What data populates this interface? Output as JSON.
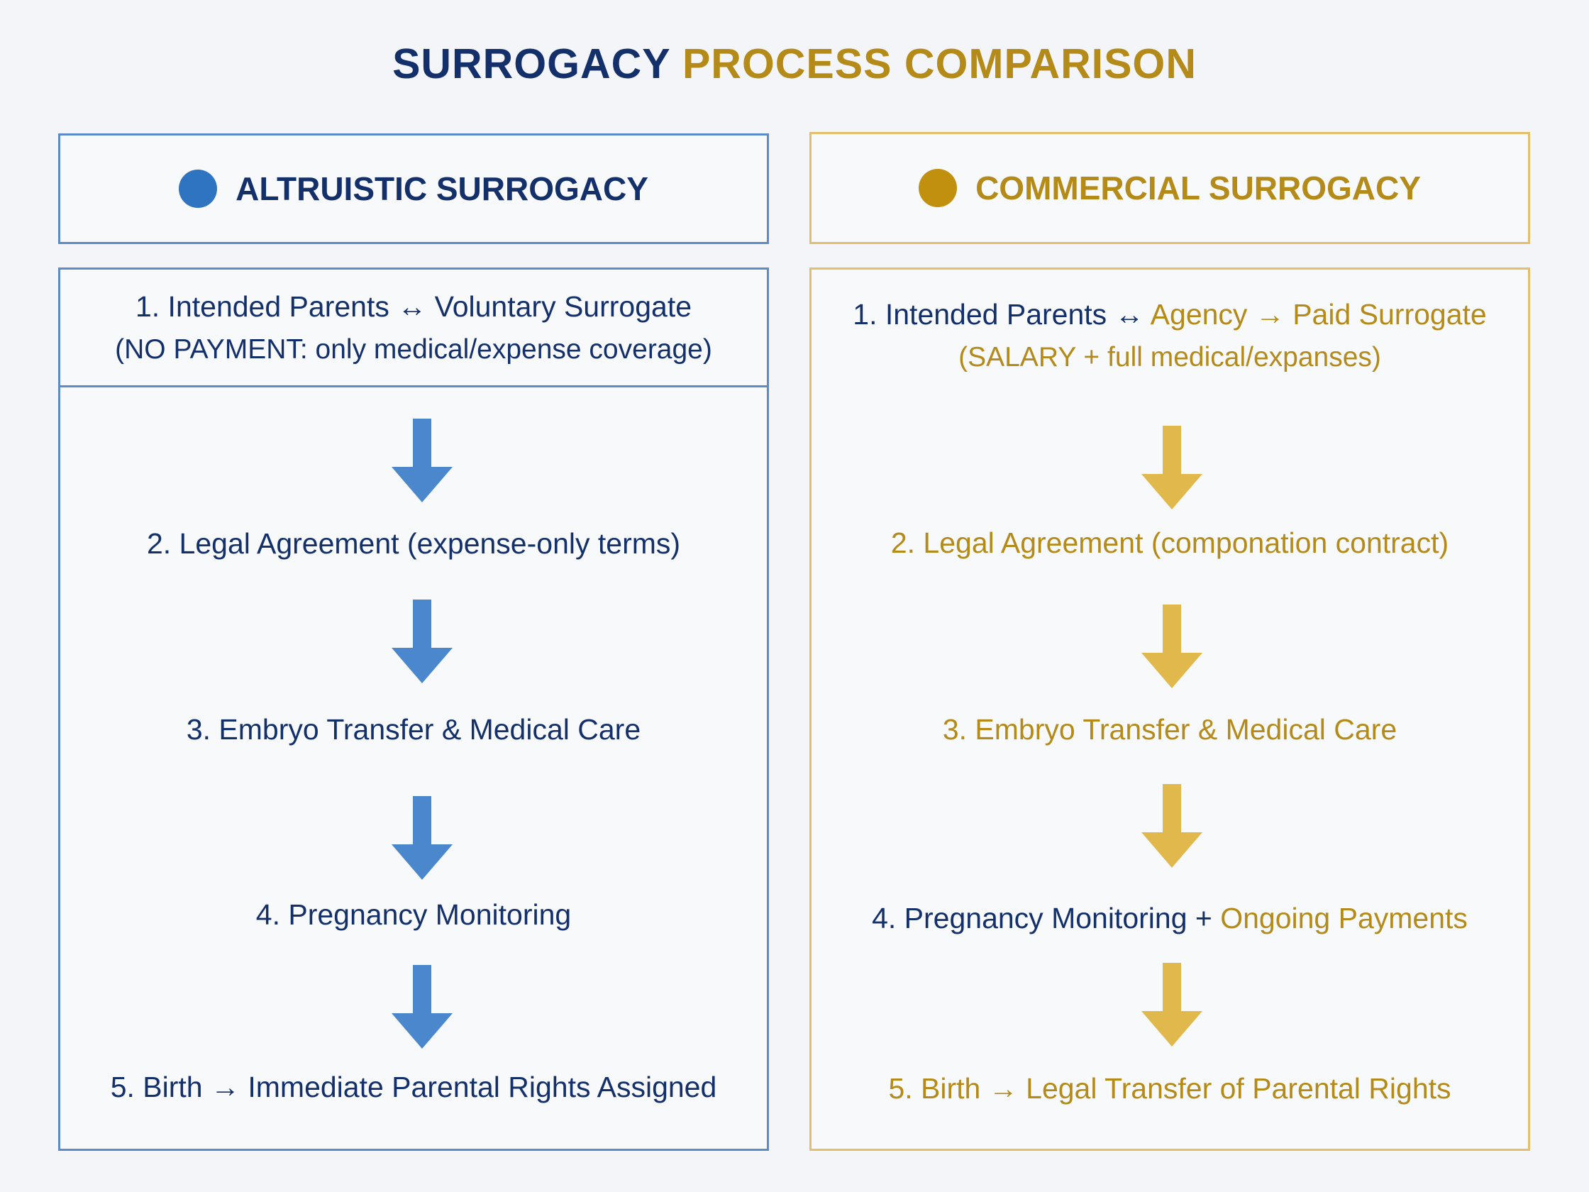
{
  "title": {
    "part1": "SURROGACY",
    "part2": "PROCESS COMPARISON"
  },
  "colors": {
    "navy": "#13306a",
    "blue": "#4a87cc",
    "gold": "#b48a18",
    "gold_arrow": "#e1b84c",
    "blue_border": "#5b8cc9",
    "gold_border": "#e3bf6c"
  },
  "altruistic": {
    "header": "ALTRUISTIC SURROGACY",
    "icon": "blue-dot-icon",
    "steps": [
      {
        "line1": "1. Intended Parents ↔ Voluntary Surrogate",
        "line2": "(NO PAYMENT: only medical/expense coverage)"
      },
      {
        "text": "2. Legal Agreement (expense-only terms)"
      },
      {
        "text": "3. Embryo Transfer & Medical Care"
      },
      {
        "text": "4. Pregnancy Monitoring"
      },
      {
        "text": "5. Birth → Immediate Parental Rights Assigned"
      }
    ]
  },
  "commercial": {
    "header": "COMMERCIAL SURROGACY",
    "icon": "gold-dot-icon",
    "steps": [
      {
        "line1_a": "1. Intended Parents ↔ ",
        "line1_b": "Agency → Paid Surrogate",
        "line2": "(SALARY + full medical/expanses)"
      },
      {
        "text": "2. Legal Agreement (componation contract)"
      },
      {
        "text": "3. Embryo Transfer & Medical Care"
      },
      {
        "text_a": "4. Pregnancy Monitoring + ",
        "text_b": "Ongoing Payments"
      },
      {
        "text": "5. Birth → Legal Transfer of Parental Rights"
      }
    ]
  }
}
